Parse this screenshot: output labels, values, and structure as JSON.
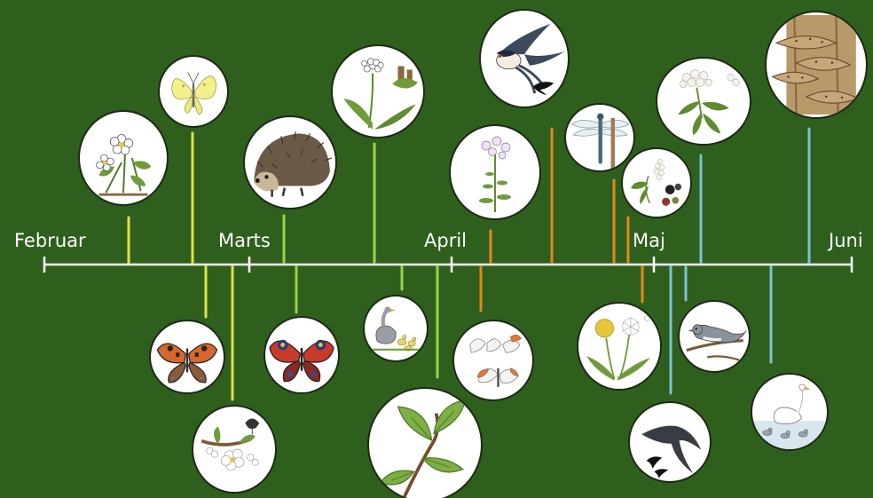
{
  "timeline": {
    "months": [
      {
        "label": "Februar"
      },
      {
        "label": "Marts"
      },
      {
        "label": "April"
      },
      {
        "label": "Maj"
      },
      {
        "label": "Juni"
      }
    ]
  },
  "icons": {
    "anemone": "anemone-icon",
    "brimstone": "brimstone-butterfly-icon",
    "hedgehog": "hedgehog-icon",
    "ramsons": "ramsons-icon",
    "cuckooflower": "cuckooflower-icon",
    "swallow": "swallow-icon",
    "dragonfly": "dragonfly-icon",
    "elderflower": "elderflower-icon",
    "chestnut": "chestnut-blossom-icon",
    "fungus": "bracket-fungus-icon",
    "tortoiseshell": "small-tortoiseshell-icon",
    "blossom": "fruit-blossom-icon",
    "peacock": "peacock-butterfly-icon",
    "goose": "goose-with-goslings-icon",
    "beech": "beech-leaves-icon",
    "orangetip": "orange-tip-butterfly-icon",
    "dandelion": "dandelion-icon",
    "swift": "swift-icon",
    "cuckoo": "cuckoo-icon",
    "swan": "swan-with-cygnets-icon"
  },
  "colors": {
    "background": "#2f5f1d",
    "axis": "#ffffff",
    "yellow": "#dfe24a",
    "lime": "#9ed24c",
    "orange": "#e08a1e",
    "blue": "#7cc2d6"
  }
}
